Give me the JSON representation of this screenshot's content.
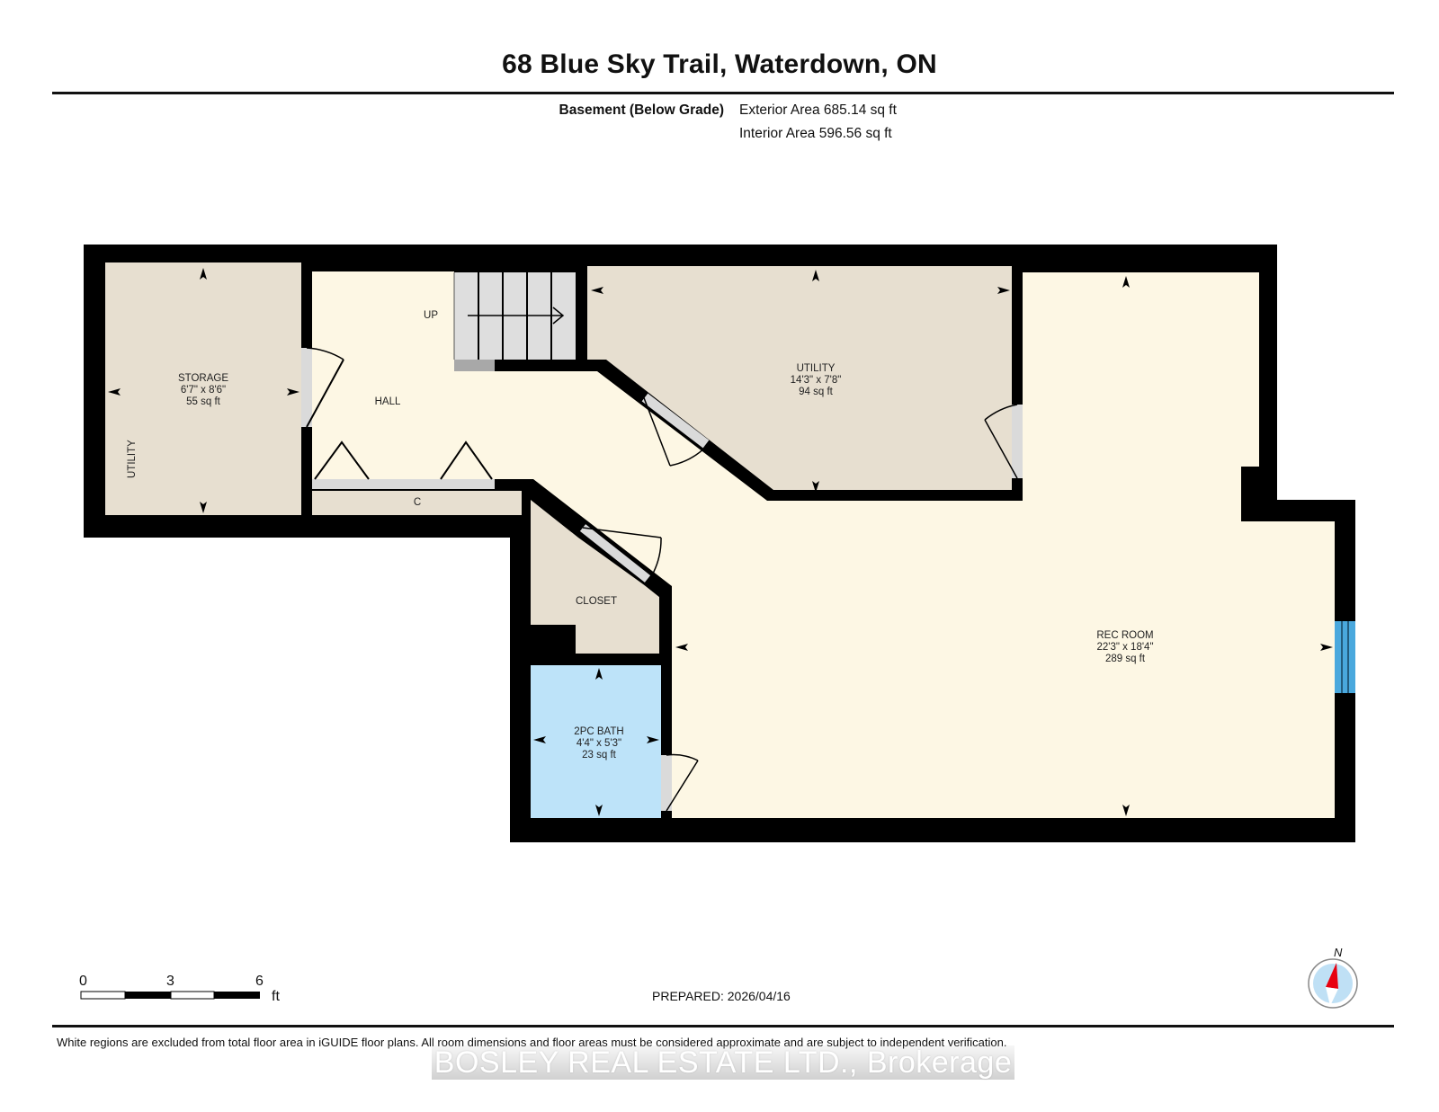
{
  "header": {
    "title": "68 Blue Sky Trail, Waterdown, ON",
    "level_name": "Basement (Below Grade)",
    "exterior_area": "Exterior Area 685.14 sq ft",
    "interior_area": "Interior Area 596.56 sq ft"
  },
  "rooms": [
    {
      "name": "STORAGE",
      "dims": "6'7\" x 8'6\"",
      "area": "55 sq ft",
      "fill": "#e7dfd0"
    },
    {
      "name": "UTILITY",
      "dims": "",
      "area": "",
      "fill": "#e7dfd0",
      "note": "rotated label inside storage"
    },
    {
      "name": "HALL",
      "dims": "",
      "area": "",
      "fill": "#fdf7e4"
    },
    {
      "name": "UP",
      "dims": "",
      "area": "",
      "fill": "#dedede",
      "note": "stairs"
    },
    {
      "name": "C",
      "dims": "",
      "area": "",
      "fill": "#e7dfd0"
    },
    {
      "name": "UTILITY",
      "dims": "14'3\" x 7'8\"",
      "area": "94 sq ft",
      "fill": "#e7dfd0"
    },
    {
      "name": "CLOSET",
      "dims": "",
      "area": "",
      "fill": "#e7dfd0"
    },
    {
      "name": "2PC BATH",
      "dims": "4'4\" x 5'3\"",
      "area": "23 sq ft",
      "fill": "#bde3f9"
    },
    {
      "name": "REC ROOM",
      "dims": "22'3\" x 18'4\"",
      "area": "289 sq ft",
      "fill": "#fdf7e4"
    }
  ],
  "colors": {
    "wall": "#000000",
    "door_leaf": "#dadada",
    "window": "#4aa8dd",
    "compass_red": "#e8000f",
    "compass_blue": "#bfe0f5"
  },
  "scale_bar": {
    "ticks": [
      "0",
      "3",
      "6"
    ],
    "unit": "ft"
  },
  "footer": {
    "prepared": "PREPARED: 2026/04/16",
    "disclaimer": "White regions are excluded from total floor area in iGUIDE floor plans. All room dimensions and floor areas must be considered approximate and are subject to independent verification.",
    "watermark": "BOSLEY REAL ESTATE LTD., Brokerage"
  },
  "compass": {
    "north_label": "N"
  }
}
